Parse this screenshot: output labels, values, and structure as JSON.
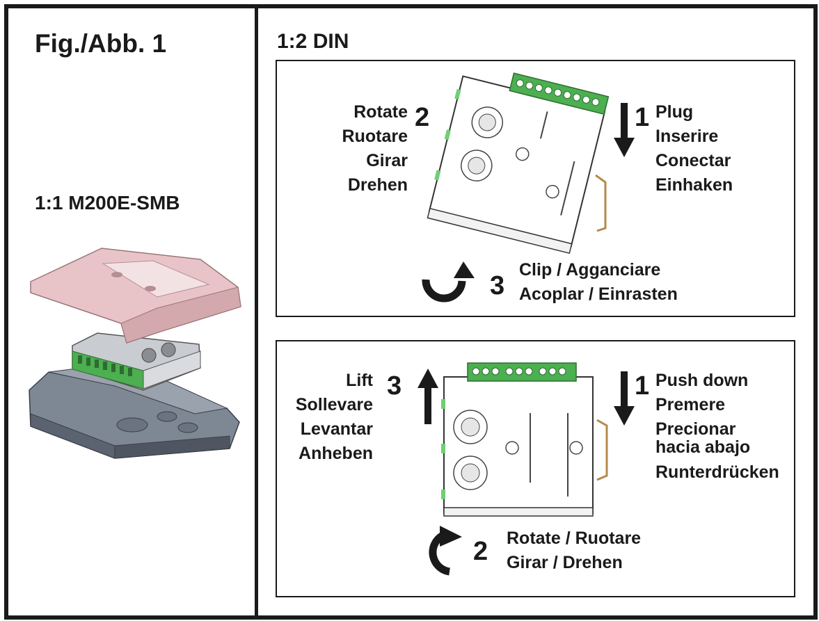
{
  "left_panel": {
    "figure_title": "Fig./Abb.  1",
    "subtitle": "1:1 M200E-SMB"
  },
  "right_panel": {
    "title": "1:2 DIN",
    "top_box": {
      "step1_number": "1",
      "step1_lines": [
        "Plug",
        "Inserire",
        "Conectar",
        "Einhaken"
      ],
      "step2_number": "2",
      "step2_lines": [
        "Rotate",
        "Ruotare",
        "Girar",
        "Drehen"
      ],
      "step3_number": "3",
      "step3_lines": [
        "Clip / Agganciare",
        "Acoplar / Einrasten"
      ]
    },
    "bottom_box": {
      "step1_number": "1",
      "step1_lines": [
        "Push down",
        "Premere",
        "Precionar",
        "hacia abajo",
        "Runterdrücken"
      ],
      "step2_number": "2",
      "step2_lines": [
        "Rotate  /  Ruotare",
        "Girar  /  Drehen"
      ],
      "step3_number": "3",
      "step3_lines": [
        "Lift",
        "Sollevare",
        "Levantar",
        "Anheben"
      ]
    }
  },
  "colors": {
    "border": "#1a1a1a",
    "terminal_green": "#4caf50",
    "cover_pink": "#e8c4c8",
    "base_gray": "#6b7380",
    "din_clip": "#b5894a"
  }
}
